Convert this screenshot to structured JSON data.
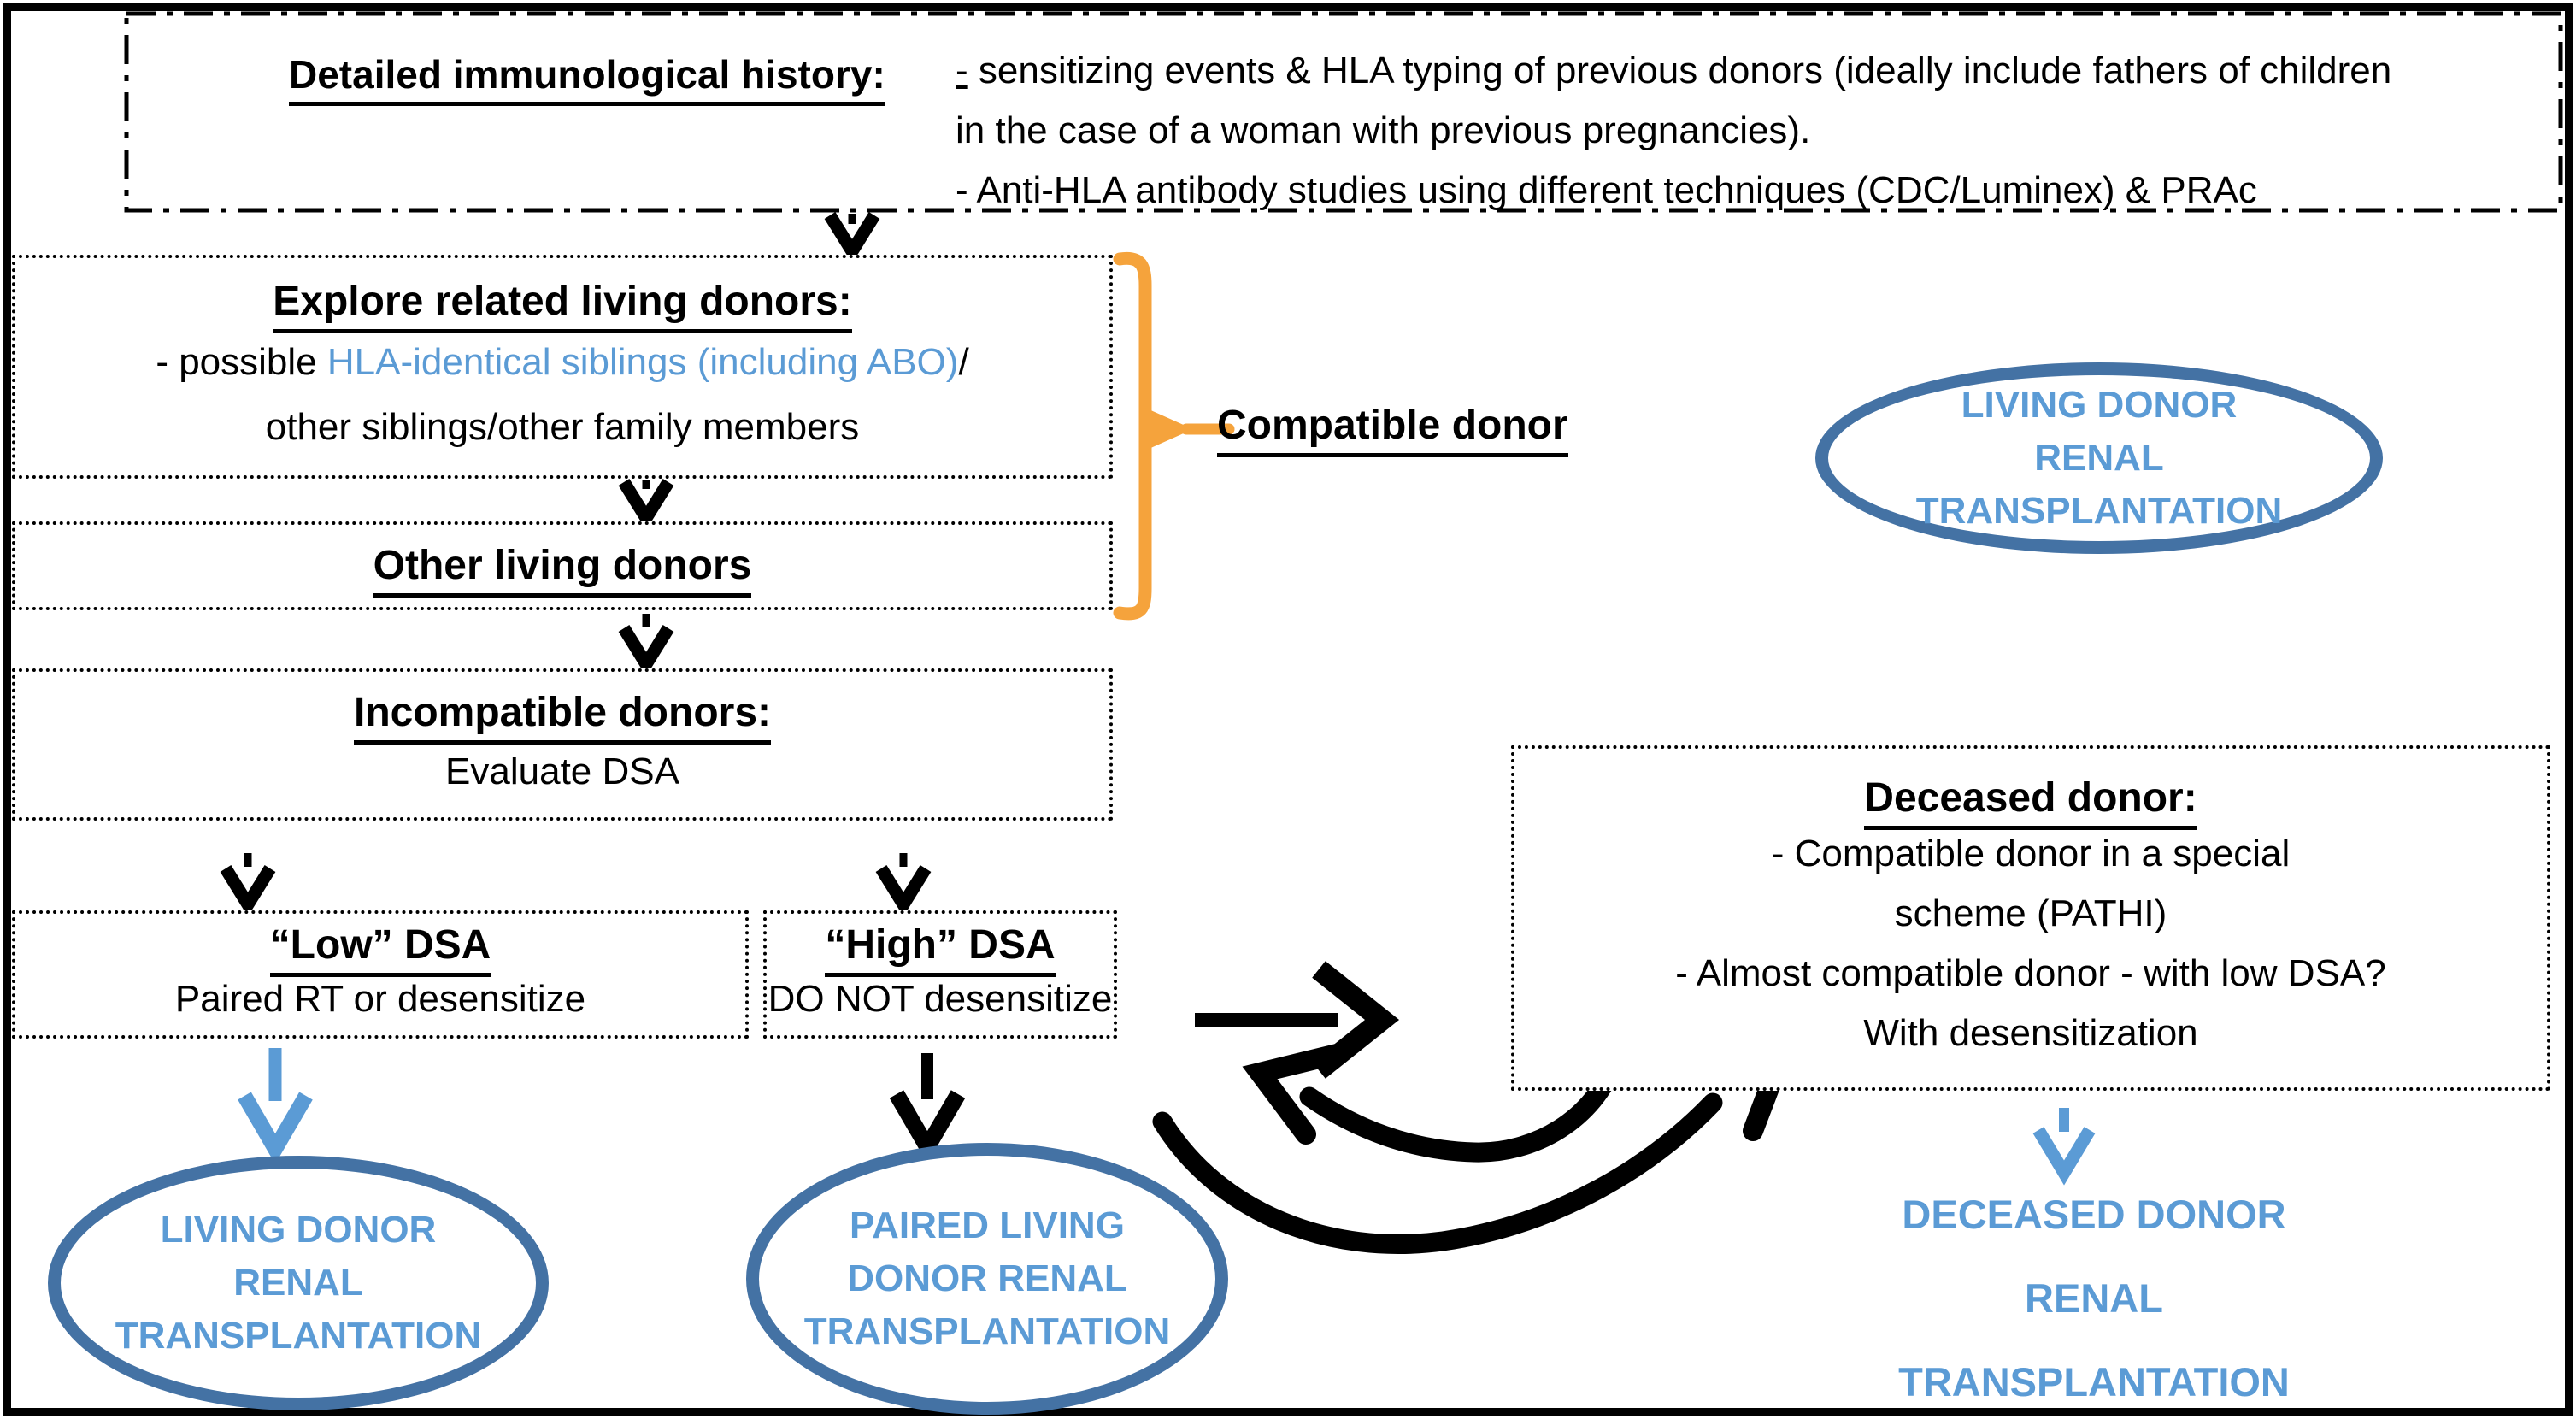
{
  "colors": {
    "black": "#000000",
    "blue_text": "#5b9bd5",
    "blue_arrow": "#5b9bd5",
    "ellipse_border": "#4472a4",
    "orange_brace": "#f5a33c"
  },
  "history_box": {
    "title": "Detailed immunological history:",
    "bullet1_dash": "-",
    "bullet1_rest": " sensitizing events & HLA typing of previous donors (ideally include fathers of children",
    "line2": "in the case of a woman with previous pregnancies).",
    "line3": "- Anti-HLA antibody studies using different techniques (CDC/Luminex) & PRAc"
  },
  "explore_box": {
    "title": "Explore related living donors:",
    "bullet_prefix": "- possible ",
    "bullet_blue": "HLA-identical siblings (including ABO)",
    "bullet_suffix": "/",
    "line2": "other siblings/other family members"
  },
  "other_box": {
    "title": "Other living donors"
  },
  "incompatible_box": {
    "title": "Incompatible donors:",
    "line": "Evaluate DSA"
  },
  "compatible_label": {
    "text": "Compatible donor"
  },
  "low_dsa_box": {
    "title": "“Low” DSA",
    "line": "Paired RT or desensitize"
  },
  "high_dsa_box": {
    "title": "“High” DSA",
    "line": "DO NOT desensitize"
  },
  "deceased_box": {
    "title": "Deceased donor:",
    "line1": "- Compatible donor in a special",
    "line2": "scheme (PATHI)",
    "line3": "- Almost compatible donor - with low DSA?",
    "line4": "With desensitization"
  },
  "living_donor_ellipse_top": {
    "line1": "LIVING DONOR",
    "line2": "RENAL",
    "line3": "TRANSPLANTATION"
  },
  "living_donor_ellipse_bottom": {
    "line1": "LIVING DONOR",
    "line2": "RENAL",
    "line3": "TRANSPLANTATION"
  },
  "paired_ellipse": {
    "line1": "PAIRED LIVING",
    "line2": "DONOR RENAL",
    "line3": "TRANSPLANTATION"
  },
  "deceased_outcome": {
    "line1": "DECEASED DONOR",
    "line2": "RENAL",
    "line3": "TRANSPLANTATION"
  }
}
